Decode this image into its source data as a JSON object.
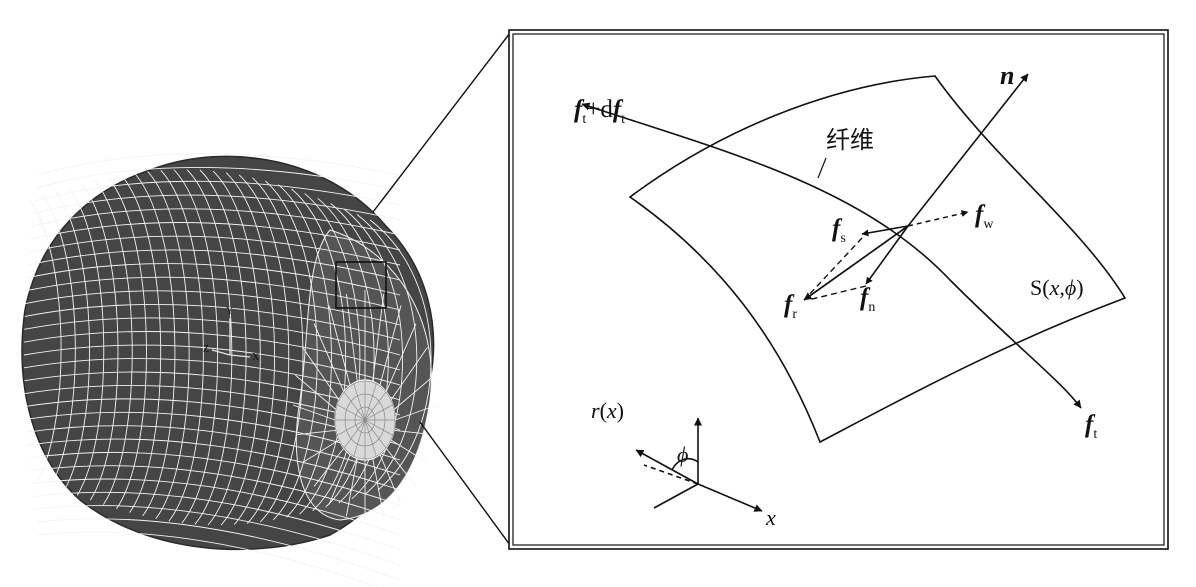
{
  "labels": {
    "ft_dft": {
      "f1": "f",
      "s1": "t",
      "plus": "+d",
      "f2": "f",
      "s2": "t"
    },
    "n": "n",
    "fiber": "纤维",
    "fs": {
      "f": "f",
      "s": "s"
    },
    "fw": {
      "f": "f",
      "s": "w"
    },
    "fr": {
      "f": "f",
      "s": "r"
    },
    "fn": {
      "f": "f",
      "s": "n"
    },
    "surface": {
      "s1": "S(",
      "x": "x",
      "comma": ",",
      "phi": "ϕ",
      "s2": ")"
    },
    "ft": {
      "f": "f",
      "s": "t"
    },
    "rx": {
      "r": "r",
      "p1": "(",
      "x": "x",
      "p2": ")"
    },
    "phi": "ϕ",
    "x": "x",
    "axes_small": {
      "z": "Z",
      "y": "Y",
      "x": "X"
    }
  },
  "colors": {
    "mesh_fill": "#4a4a4a",
    "mesh_lines": "#f4f4f4",
    "ink": "#111111"
  }
}
